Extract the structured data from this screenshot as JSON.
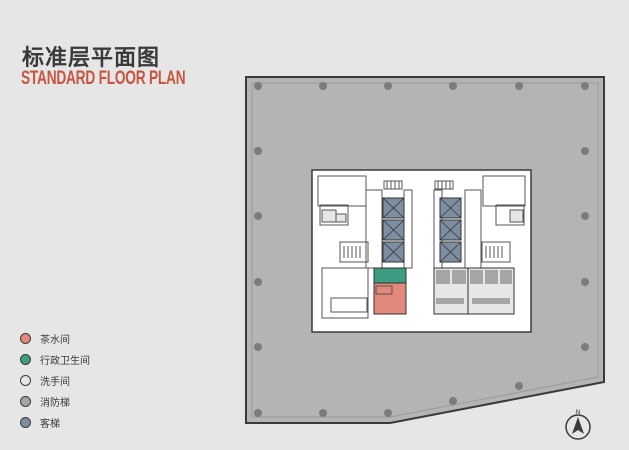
{
  "header": {
    "title_cn": "标准层平面图",
    "title_en": "STANDARD FLOOR PLAN"
  },
  "legend": {
    "items": [
      {
        "label": "茶水间",
        "color": "#e0897c"
      },
      {
        "label": "行政卫生间",
        "color": "#3e9c82"
      },
      {
        "label": "洗手间",
        "color": "#e6e6e6"
      },
      {
        "label": "消防梯",
        "color": "#a5a5a5"
      },
      {
        "label": "客梯",
        "color": "#7e8ea2"
      }
    ]
  },
  "compass": {
    "label": "N"
  },
  "colors": {
    "floor": "#b4b4b4",
    "outline": "#3a3a3a",
    "core": "#ffffff",
    "column": "#7e7e7e",
    "accent": "#c8553f"
  }
}
